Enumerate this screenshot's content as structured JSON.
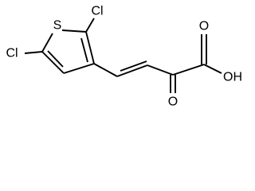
{
  "molecule": {
    "atoms": {
      "s1": "S",
      "cl_top": "Cl",
      "cl_left": "Cl",
      "o_carbonyl_top": "O",
      "oh": "OH",
      "o_keto": "O"
    }
  }
}
